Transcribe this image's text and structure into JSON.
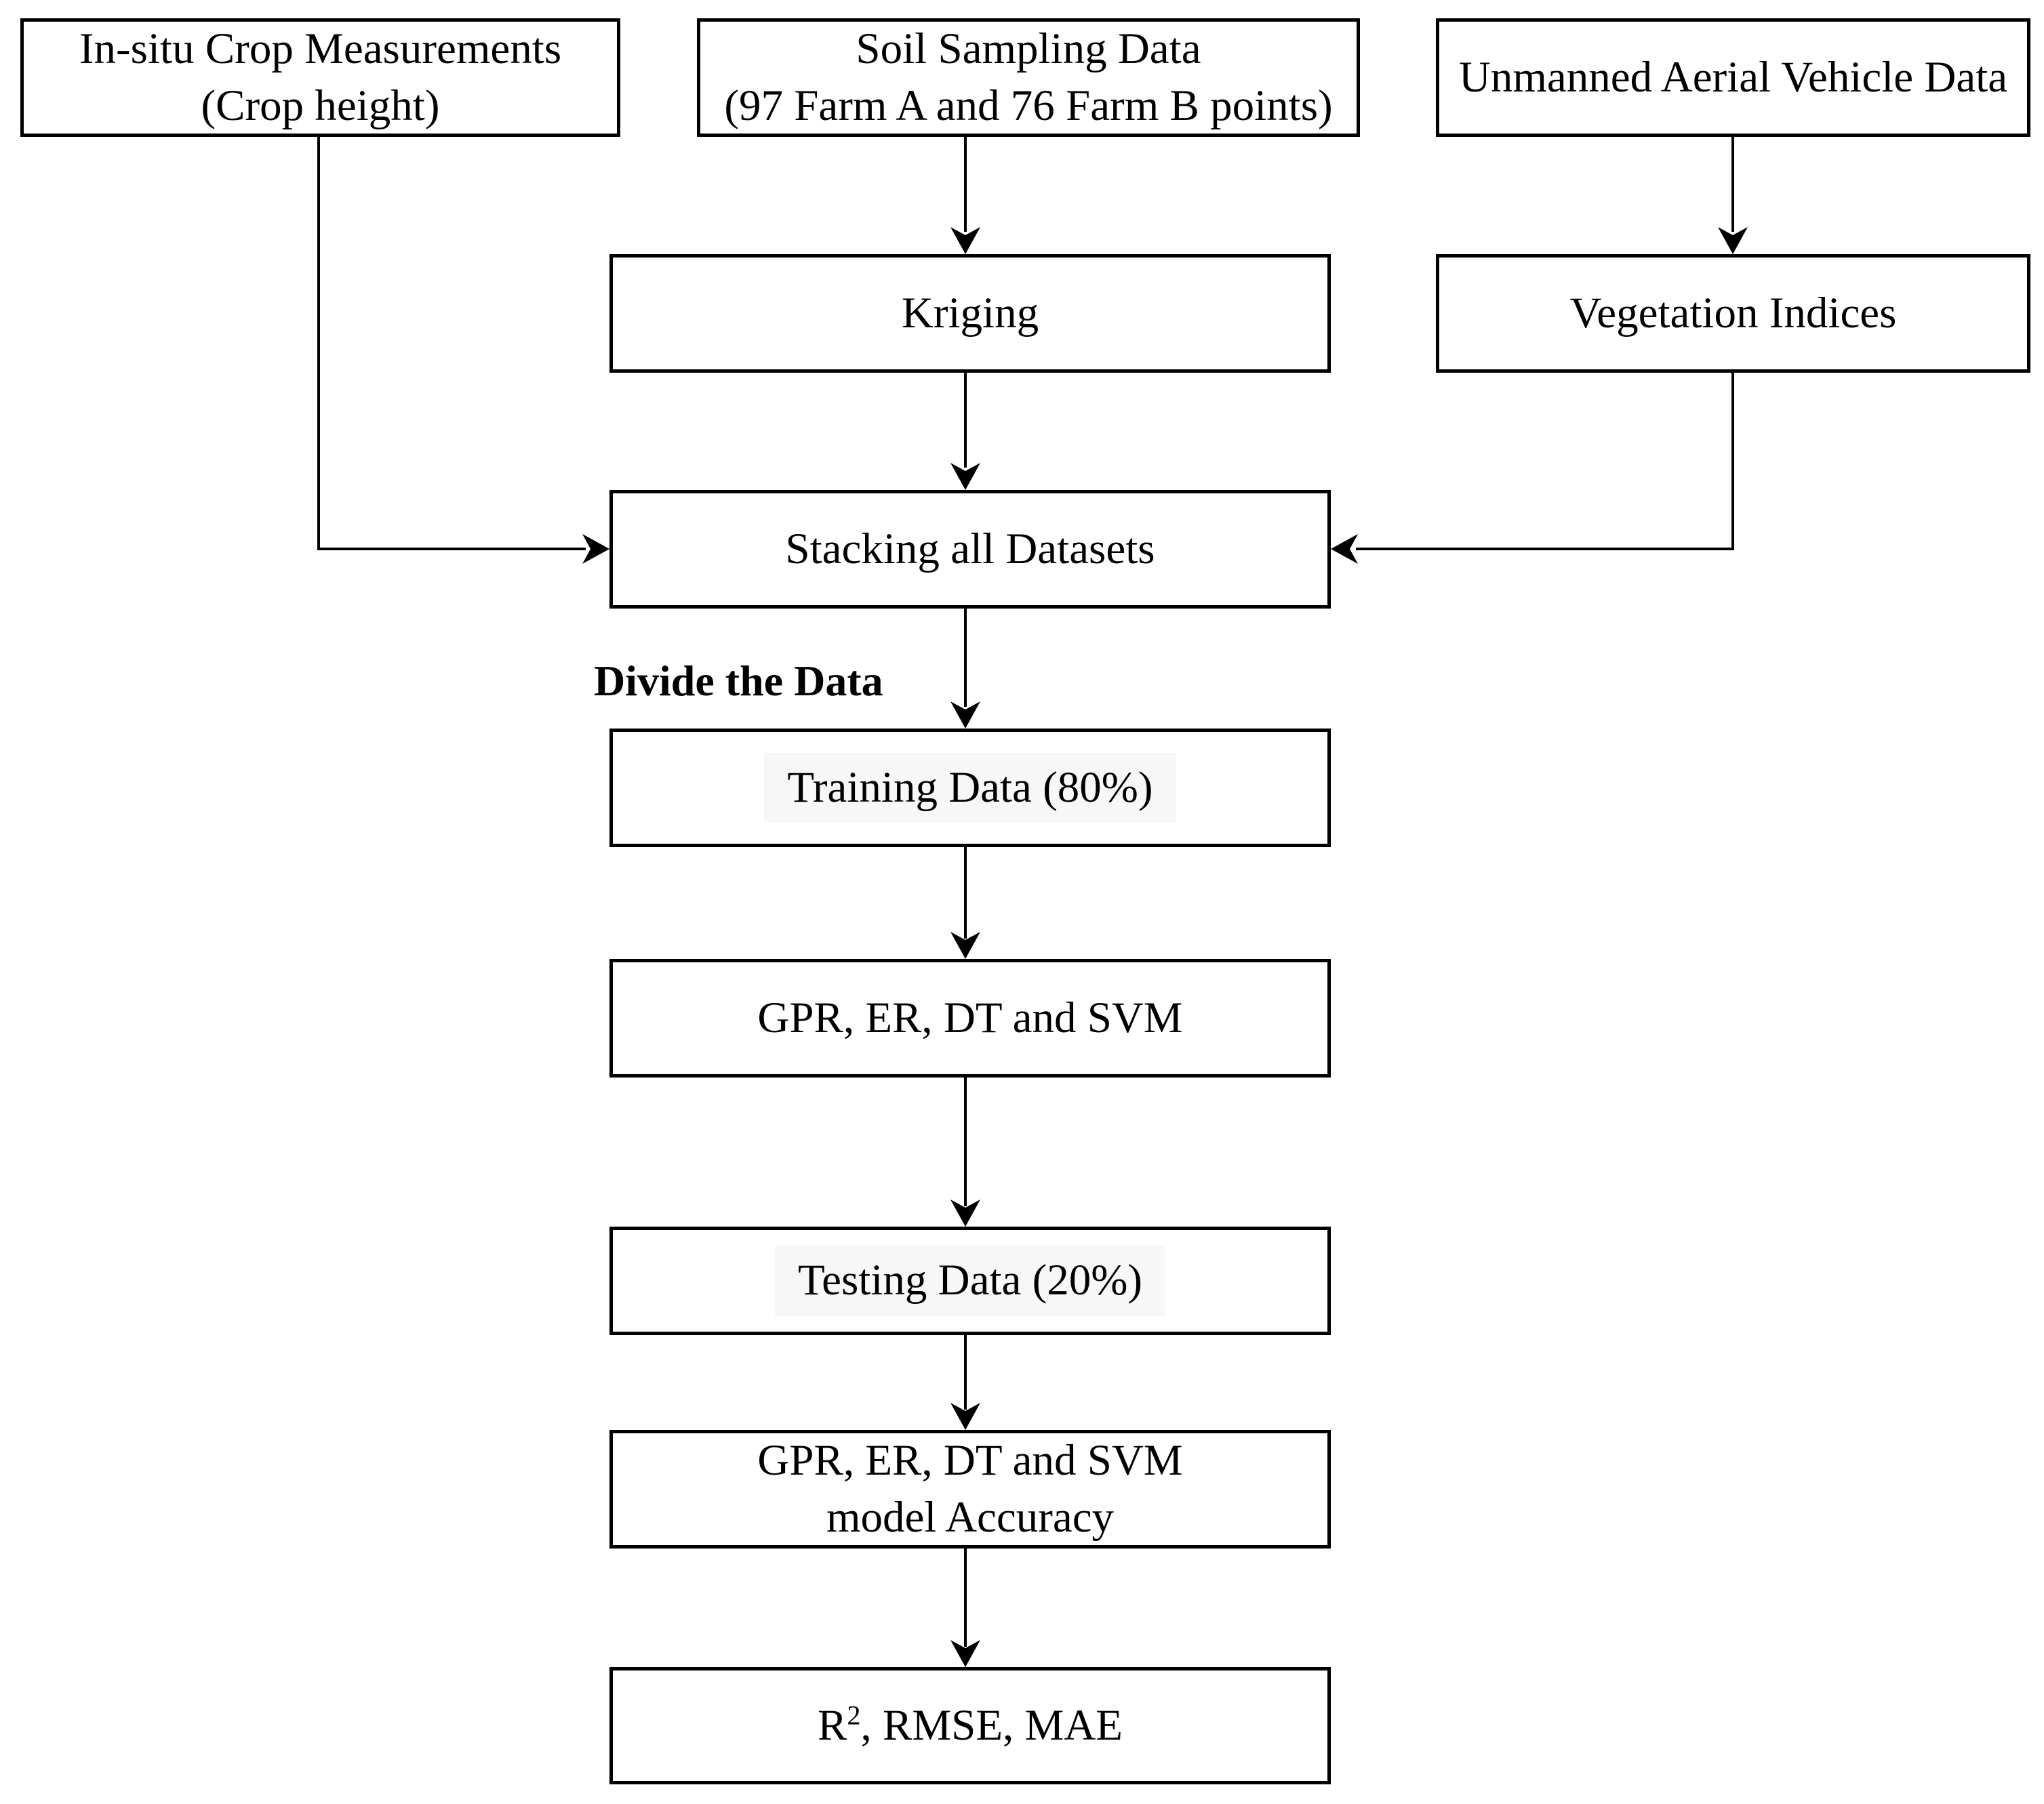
{
  "diagram": {
    "background_color": "#ffffff",
    "line_color": "#000000",
    "box_border_color": "#000000",
    "text_highlight_color": "#f7f7f7",
    "nodes": {
      "insitu": {
        "line1": "In-situ Crop Measurements",
        "line2": "(Crop height)"
      },
      "soil": {
        "line1": "Soil Sampling Data",
        "line2": "(97 Farm A and 76 Farm B points)"
      },
      "uav": {
        "line1": "Unmanned Aerial Vehicle Data"
      },
      "kriging": {
        "line1": "Kriging"
      },
      "vegetation": {
        "line1": "Vegetation Indices"
      },
      "stacking": {
        "line1": "Stacking all Datasets"
      },
      "training": {
        "line1": "Training Data (80%)"
      },
      "models_train": {
        "line1": "GPR, ER, DT and SVM"
      },
      "testing": {
        "line1": "Testing Data (20%)"
      },
      "accuracy": {
        "line1": "GPR, ER, DT and SVM",
        "line2": "model Accuracy"
      },
      "metrics": {
        "prefix": "R",
        "sup": "2",
        "rest": ", RMSE, MAE"
      }
    },
    "annotations": {
      "divide": "Divide the Data"
    },
    "edges": [
      {
        "from": "soil",
        "to": "kriging"
      },
      {
        "from": "uav",
        "to": "vegetation"
      },
      {
        "from": "kriging",
        "to": "stacking"
      },
      {
        "from": "insitu",
        "to": "stacking"
      },
      {
        "from": "vegetation",
        "to": "stacking"
      },
      {
        "from": "stacking",
        "to": "training"
      },
      {
        "from": "training",
        "to": "models_train"
      },
      {
        "from": "models_train",
        "to": "testing"
      },
      {
        "from": "testing",
        "to": "accuracy"
      },
      {
        "from": "accuracy",
        "to": "metrics"
      }
    ]
  }
}
